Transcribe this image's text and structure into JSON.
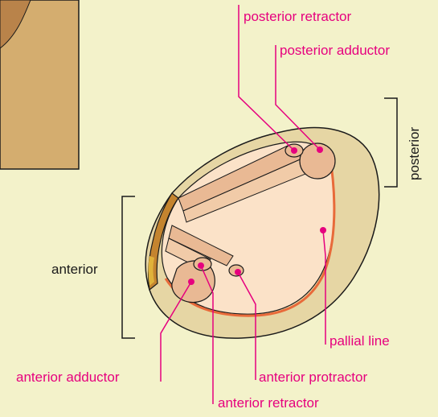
{
  "colors": {
    "background": "#f3f2ca",
    "label": "#e6007e",
    "leader": "#e6007e",
    "bracket": "#1a1a1a",
    "shell": "#e6d6a4",
    "shell_edge": "#b88e4f",
    "mantle": "#fbe2c8",
    "muscle": "#e9b994",
    "pallial_line": "#e86a3a",
    "hinge": "#c4842f",
    "shell_block": "#d4ad6f"
  },
  "labels": {
    "posterior_retractor": "posterior retractor",
    "posterior_adductor": "posterior adductor",
    "posterior": "posterior",
    "anterior": "anterior",
    "pallial_line": "pallial line",
    "anterior_adductor": "anterior adductor",
    "anterior_protractor": "anterior protractor",
    "anterior_retractor": "anterior retractor"
  }
}
